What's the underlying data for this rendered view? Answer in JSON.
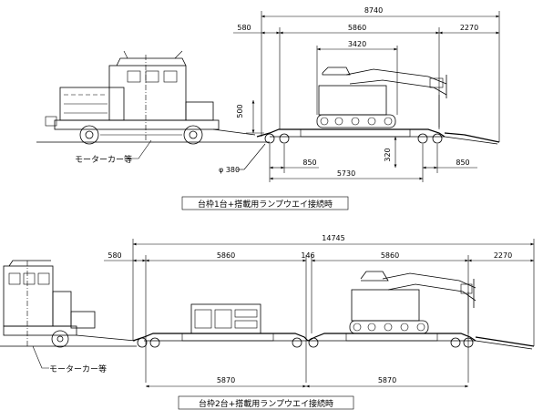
{
  "figure1": {
    "caption": "台枠1台+搭載用ランプウエイ接続時",
    "vehicle_label": "モーターカー等",
    "dims": {
      "overall": "8740",
      "front_overhang": "580",
      "deck": "5860",
      "ramp": "2270",
      "load_width": "3420",
      "coupler_height": "500",
      "wheel_dia": "φ 380",
      "wheel_left": "850",
      "deck_height": "320",
      "wheel_right": "850",
      "bogie_center": "5730"
    }
  },
  "figure2": {
    "caption": "台枠2台+搭載用ランプウエイ接続時",
    "vehicle_label": "モーターカー等",
    "dims": {
      "overall": "14745",
      "front_overhang": "580",
      "deck1": "5860",
      "gap": "146",
      "deck2": "5860",
      "ramp": "2270",
      "bogie1": "5870",
      "bogie2": "5870"
    }
  }
}
